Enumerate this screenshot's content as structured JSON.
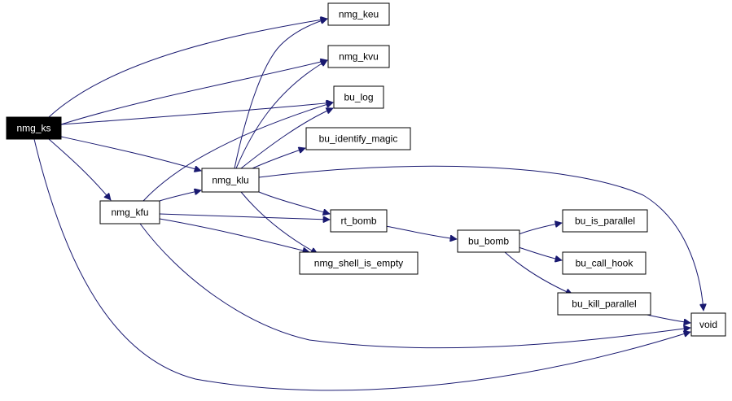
{
  "nodes": {
    "nmg_ks": "nmg_ks",
    "nmg_keu": "nmg_keu",
    "nmg_kvu": "nmg_kvu",
    "bu_log": "bu_log",
    "bu_identify_magic": "bu_identify_magic",
    "nmg_klu": "nmg_klu",
    "nmg_kfu": "nmg_kfu",
    "rt_bomb": "rt_bomb",
    "nmg_shell_is_empty": "nmg_shell_is_empty",
    "bu_bomb": "bu_bomb",
    "bu_is_parallel": "bu_is_parallel",
    "bu_call_hook": "bu_call_hook",
    "bu_kill_parallel": "bu_kill_parallel",
    "void": "void"
  },
  "colors": {
    "edge": "#191970",
    "root_fill": "#000000",
    "root_text": "#ffffff",
    "node_fill": "#ffffff",
    "node_border": "#000000"
  }
}
